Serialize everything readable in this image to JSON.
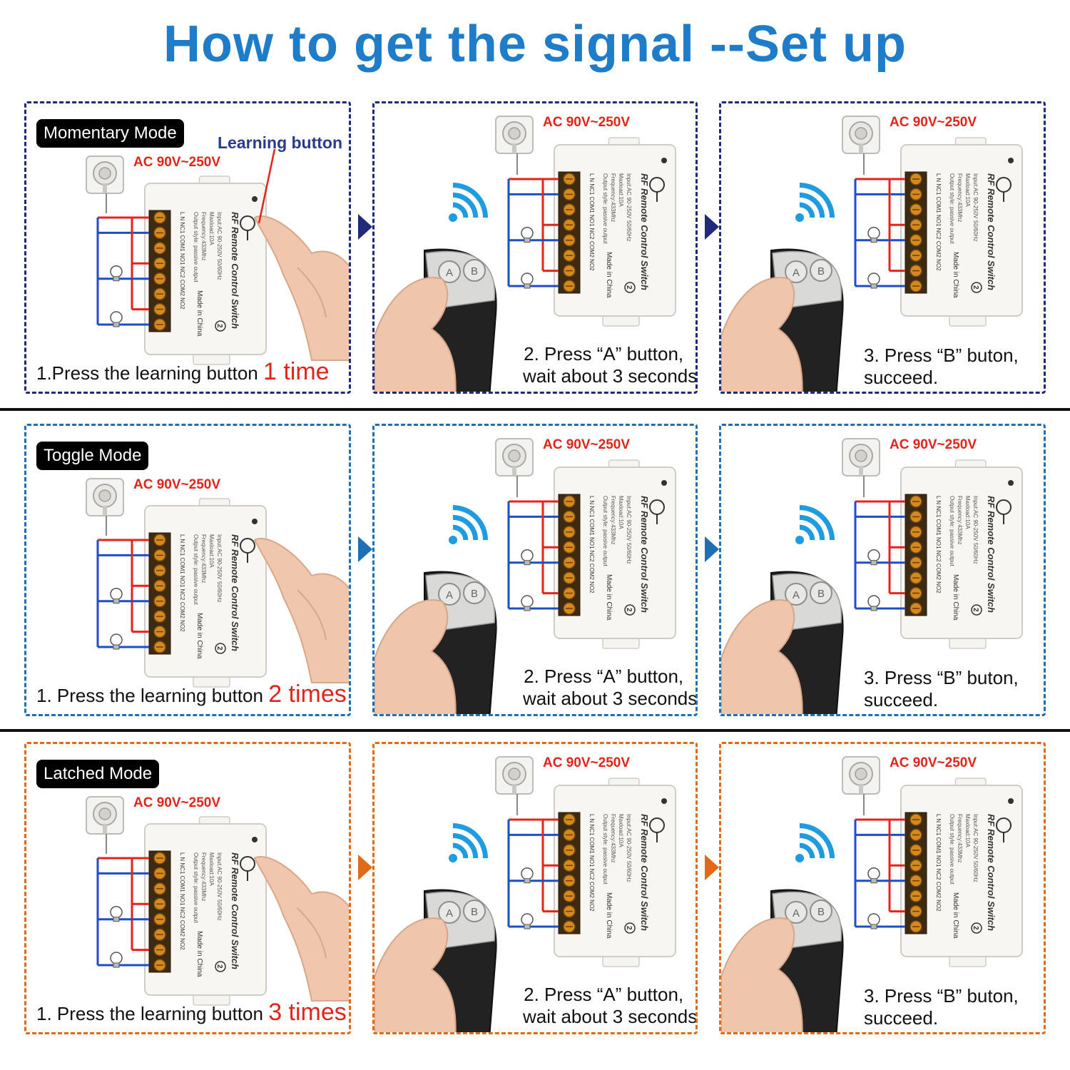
{
  "title": "How to get the signal --Set up",
  "voltage_label": "AC 90V~250V",
  "learning_button_label": "Learning button",
  "step2_line1": "2. Press “A” button,",
  "step2_line2": "wait about 3 seconds",
  "step3_line1": "3.  Press  “B” buton,",
  "step3_line2": "succeed.",
  "device_text": {
    "product": "RF Remote Control Switch",
    "spec_line1": "Input:AC 90-250V 50/60Hz",
    "spec_line2": "Maxload:10A",
    "spec_line3": "Frequency:433Mhz",
    "spec_line4": "Output style: passive output",
    "terminals": "L  N  NC1 COM1 NO1 NC2 COM2 NO2",
    "origin": "Made in China",
    "channel": "2",
    "remote_a": "A",
    "remote_b": "B"
  },
  "rows": [
    {
      "mode": "Momentary Mode",
      "step1_text": "1.Press the learning button ",
      "step1_count": "1 time",
      "color": "#1f2a7a"
    },
    {
      "mode": "Toggle Mode",
      "step1_text": "1. Press the learning button ",
      "step1_count": "2 times",
      "color": "#1f6fb5"
    },
    {
      "mode": "Latched Mode",
      "step1_text": "1. Press the learning button ",
      "step1_count": "3 times",
      "color": "#e06a17"
    }
  ]
}
